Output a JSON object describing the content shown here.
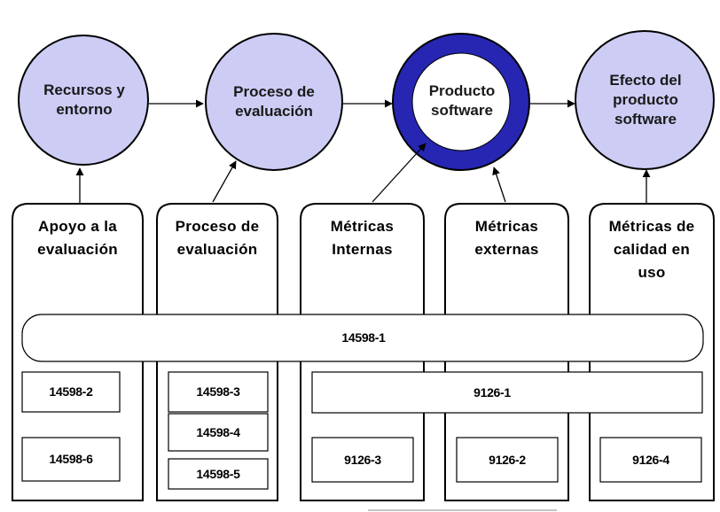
{
  "colors": {
    "circle_fill": "#ccccf5",
    "ring": "#2626b3",
    "stroke": "#000000",
    "background": "#ffffff"
  },
  "circles": {
    "recursos": "Recursos y\nentorno",
    "proceso": "Proceso de\nevaluación",
    "producto": "Producto\nsoftware",
    "efecto": "Efecto del\nproducto\nsoftware"
  },
  "columns": {
    "apoyo": "Apoyo a la\nevaluación",
    "proceso": "Proceso de\nevaluación",
    "internas": "Métricas\nInternas",
    "externas": "Métricas\nexternas",
    "calidad": "Métricas de\ncalidad en\nuso"
  },
  "standards": {
    "s14598_1": "14598-1",
    "s14598_2": "14598-2",
    "s14598_3": "14598-3",
    "s14598_4": "14598-4",
    "s14598_5": "14598-5",
    "s14598_6": "14598-6",
    "s9126_1": "9126-1",
    "s9126_2": "9126-2",
    "s9126_3": "9126-3",
    "s9126_4": "9126-4"
  }
}
